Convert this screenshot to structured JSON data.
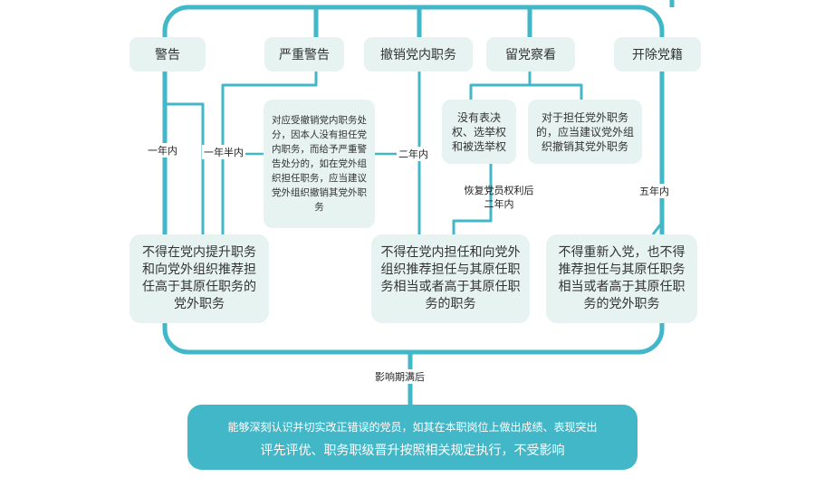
{
  "levels": {
    "warning": "警告",
    "serious_warning": "严重警告",
    "revoke_post": "撤销党内职务",
    "probation": "留党察看",
    "expulsion": "开除党籍"
  },
  "notes": {
    "revoke_detail": "对应受撤销党内职务处分，因本人没有担任党内职务，而给予严重警告处分的，如在党外组织担任职务，应当建议党外组织撤销其党外职务",
    "no_rights": "没有表决权、选举权和被选举权",
    "outside_post": "对于担任党外职务的，应当建议党外组织撤销其党外职务"
  },
  "periods": {
    "one_year": "一年内",
    "one_half_year": "一年半内",
    "two_years": "二年内",
    "restore": "恢复党员权利后二年内",
    "five_years": "五年内"
  },
  "results": {
    "warning_result": "不得在党内提升职务和向党外组织推荐担任高于其原任职务的党外职务",
    "revoke_result": "不得在党内担任和向党外组织推荐担任与其原任职务相当或者高于其原任职务的职务",
    "expulsion_result": "不得重新入党，也不得推荐担任与其原任职务相当或者高于其原任职务的党外职务"
  },
  "after_label": "影响期满后",
  "final": {
    "line1": "能够深刻认识并切实改正错误的党员，如其在本职岗位上做出成绩、表现突出",
    "line2": "评先评优、职务职级晋升按照相关规定执行，不受影响"
  },
  "colors": {
    "line": "#41b7c8",
    "box": "#e6f3f1",
    "final": "#41b7c8"
  }
}
